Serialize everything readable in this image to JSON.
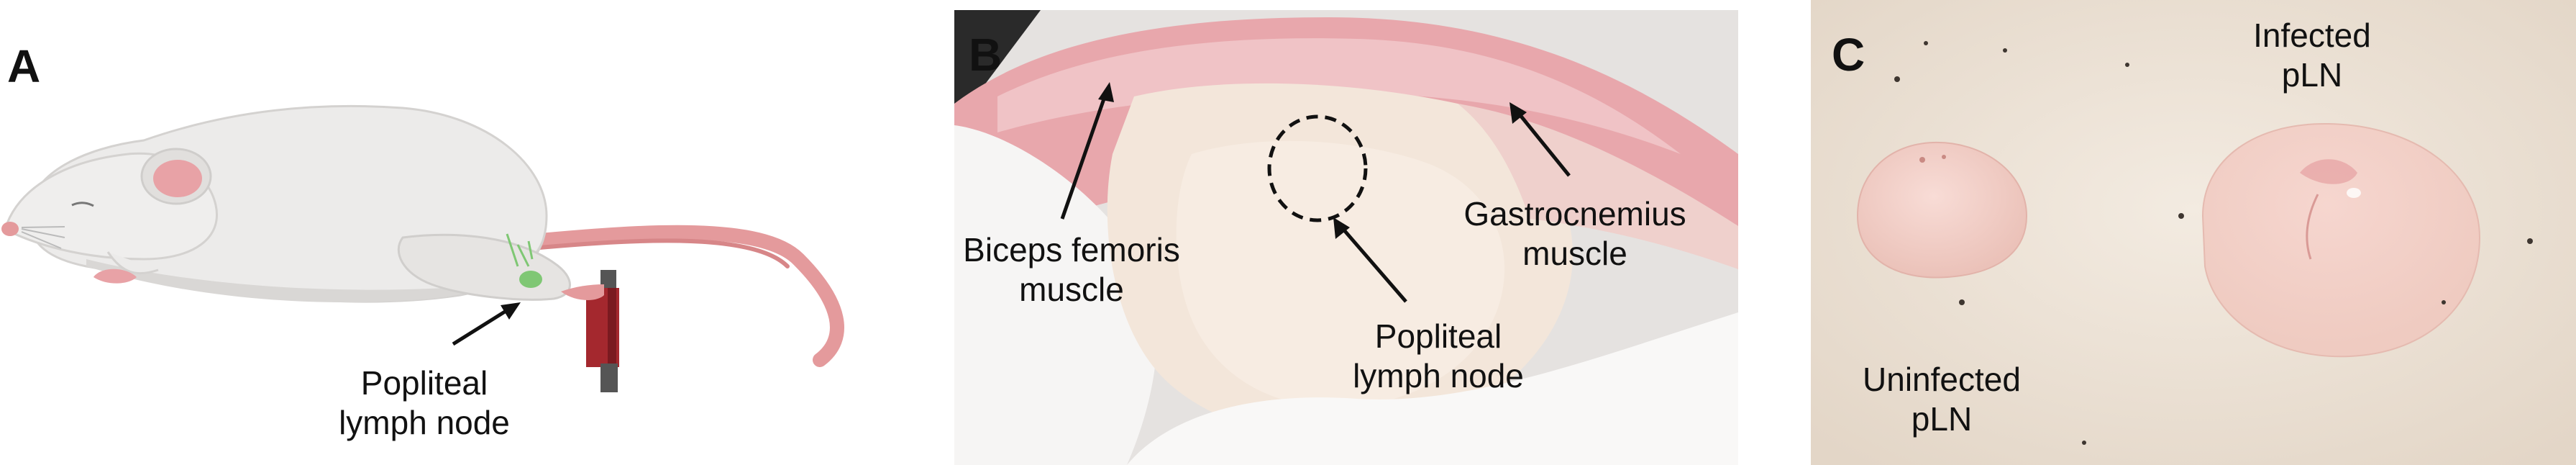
{
  "panels": {
    "a": {
      "letter": "A",
      "label_line1": "Popliteal",
      "label_line2": "lymph node"
    },
    "b": {
      "letter": "B",
      "biceps_line1": "Biceps femoris",
      "biceps_line2": "muscle",
      "gastroc_line1": "Gastrocnemius",
      "gastroc_line2": "muscle",
      "popliteal_line1": "Popliteal",
      "popliteal_line2": "lymph node"
    },
    "c": {
      "letter": "C",
      "infected_line1": "Infected",
      "infected_line2": "pLN",
      "uninfected_line1": "Uninfected",
      "uninfected_line2": "pLN"
    }
  },
  "colors": {
    "mouse_body": "#ecebea",
    "mouse_ear": "#e8a2a6",
    "tail": "#e49a9c",
    "lymph_node": "#7fc774",
    "clip": "#a4282e",
    "tissue_pink": "#e8a7ac",
    "tissue_cream": "#f3e6da",
    "background_dish": "#ece1d4",
    "node_pink": "#f2cfc8"
  }
}
